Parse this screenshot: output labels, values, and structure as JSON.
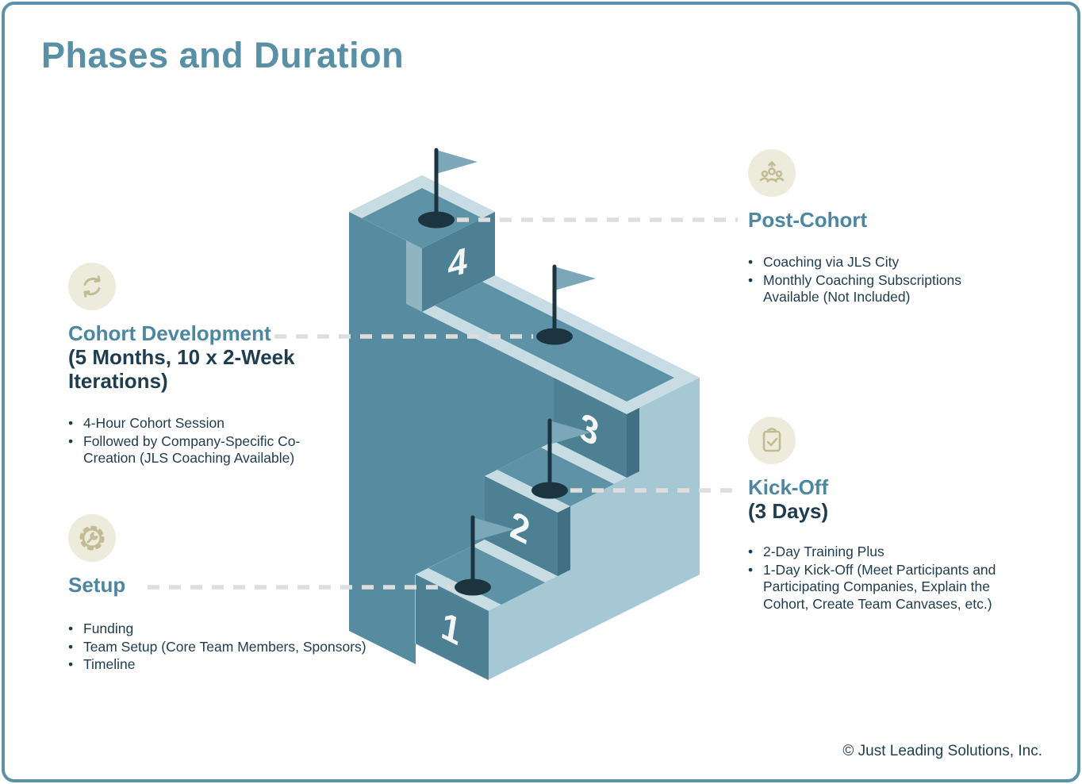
{
  "title": "Phases and Duration",
  "footer": "© Just Leading Solutions, Inc.",
  "steps": [
    {
      "label": "1"
    },
    {
      "label": "2"
    },
    {
      "label": "3"
    },
    {
      "label": "4"
    }
  ],
  "sections": [
    {
      "id": "setup",
      "heading": "Setup",
      "subtitle": "",
      "icon": "gear-wrench-icon",
      "bullets": [
        "Funding",
        "Team Setup (Core Team Members, Sponsors)",
        "Timeline"
      ]
    },
    {
      "id": "kick-off",
      "heading": "Kick-Off",
      "subtitle": "(3 Days)",
      "icon": "clipboard-check-icon",
      "bullets": [
        "2-Day Training Plus",
        "1-Day Kick-Off (Meet Participants and Participating Companies, Explain the Cohort, Create Team Canvases, etc.)"
      ]
    },
    {
      "id": "cohort-development",
      "heading": "Cohort Development",
      "subtitle": "(5 Months, 10 x 2-Week Iterations)",
      "icon": "cycle-icon",
      "bullets": [
        "4-Hour Cohort Session",
        "Followed by Company-Specific Co-Creation (JLS Coaching Available)"
      ]
    },
    {
      "id": "post-cohort",
      "heading": "Post-Cohort",
      "subtitle": "",
      "icon": "team-growth-icon",
      "bullets": [
        "Coaching via JLS City",
        "Monthly Coaching Subscriptions Available (Not Included)"
      ]
    }
  ],
  "colors": {
    "border_teal": "#5C92A7",
    "title_teal": "#5890A6",
    "heading_teal": "#4C87A1",
    "body_navy": "#1F3C4E",
    "icon_circle_bg": "#EDEBDC",
    "icon_stroke": "#C2BB94",
    "stair_top": "#5E93A7",
    "stair_left_wall": "#578CA0",
    "stair_light_side": "#A6C8D5",
    "stair_pale_stripe": "#C8DCE4",
    "stair_riser_plate": "#4E8094",
    "stair_dark_edge": "#416F83",
    "flag_pole": "#1C3440",
    "flag_pennant": "#7CA7B9",
    "dash_gray": "#DEDEDE",
    "step_number": "#F4F7F8"
  }
}
